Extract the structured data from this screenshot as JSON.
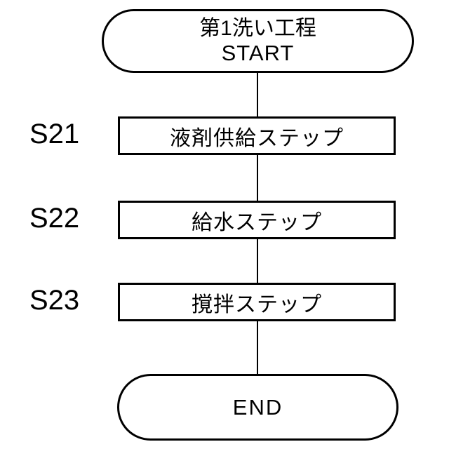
{
  "flowchart": {
    "title_context": "washing process flowchart",
    "start_terminal": {
      "line1": "第1洗い工程",
      "line2": "START"
    },
    "steps": [
      {
        "id": "S21",
        "label": "液剤供給ステップ"
      },
      {
        "id": "S22",
        "label": "給水ステップ"
      },
      {
        "id": "S23",
        "label": "撹拌ステップ"
      }
    ],
    "end_terminal": {
      "label": "END"
    },
    "colors": {
      "line": "#000000",
      "background": "#ffffff",
      "text": "#000000"
    }
  }
}
